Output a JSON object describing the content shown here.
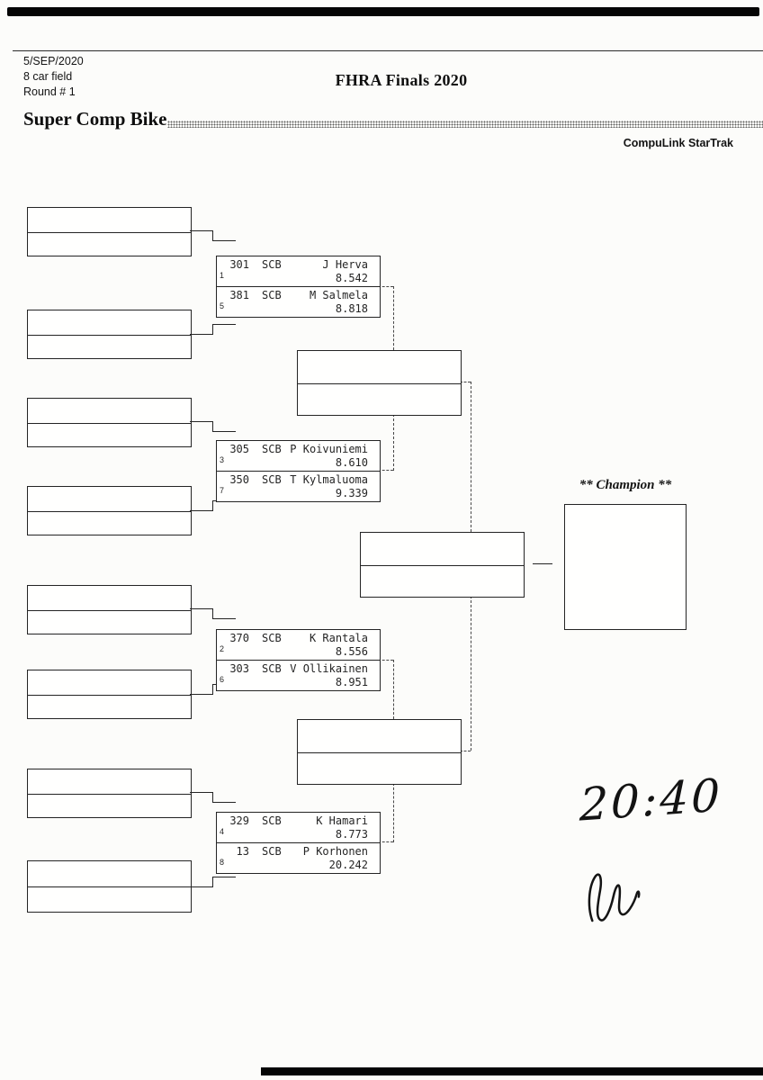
{
  "page": {
    "date": "5/SEP/2020",
    "field_size": "8 car field",
    "round": "Round # 1",
    "title": "FHRA Finals 2020",
    "class_name": "Super Comp Bike",
    "timing_system": "CompuLink StarTrak",
    "champion_label": "** Champion **",
    "handwritten_time": "20:40"
  },
  "colors": {
    "ink": "#1b1b1b",
    "paper": "#fcfcfa"
  },
  "bracket": {
    "round1": [
      {
        "entries": [
          {
            "car": "301",
            "cls": "SCB",
            "name": "J Herva",
            "et": "8.542",
            "seed": "1"
          },
          {
            "car": "381",
            "cls": "SCB",
            "name": "M Salmela",
            "et": "8.818",
            "seed": "5"
          }
        ]
      },
      {
        "entries": [
          {
            "car": "305",
            "cls": "SCB",
            "name": "P Koivuniemi",
            "et": "8.610",
            "seed": "3"
          },
          {
            "car": "350",
            "cls": "SCB",
            "name": "T Kylmaluoma",
            "et": "9.339",
            "seed": "7"
          }
        ]
      },
      {
        "entries": [
          {
            "car": "370",
            "cls": "SCB",
            "name": "K Rantala",
            "et": "8.556",
            "seed": "2"
          },
          {
            "car": "303",
            "cls": "SCB",
            "name": "V Ollikainen",
            "et": "8.951",
            "seed": "6"
          }
        ]
      },
      {
        "entries": [
          {
            "car": "329",
            "cls": "SCB",
            "name": "K Hamari",
            "et": "8.773",
            "seed": "4"
          },
          {
            "car": "13",
            "cls": "SCB",
            "name": "P Korhonen",
            "et": "20.242",
            "seed": "8"
          }
        ]
      }
    ]
  }
}
